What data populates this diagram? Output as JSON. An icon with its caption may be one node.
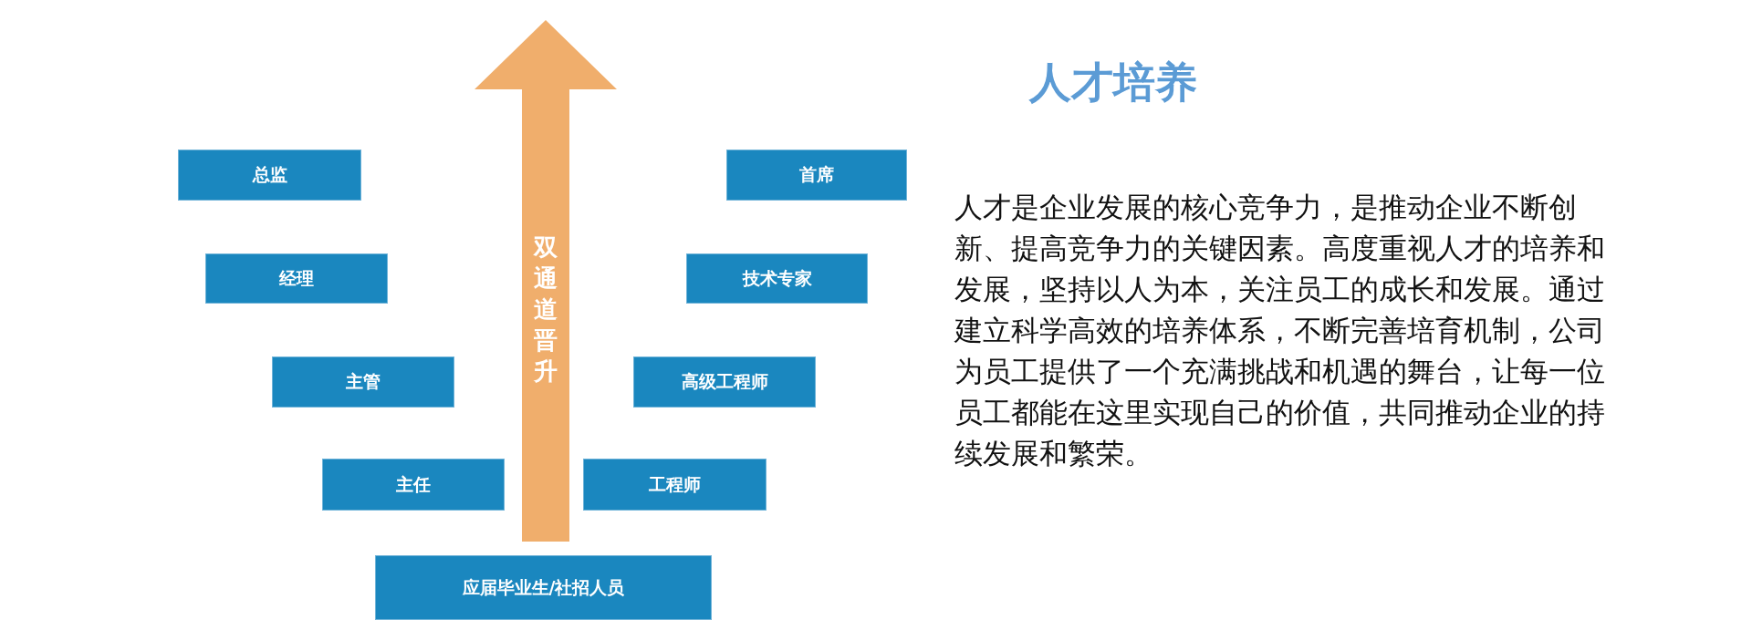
{
  "diagram": {
    "title": "人才培养",
    "nodes": [
      {
        "text": [
          "双通道晋升"
        ]
      },
      {
        "text": [
          "总监"
        ]
      },
      {
        "text": [
          "首席"
        ]
      },
      {
        "text": [
          "经理"
        ]
      },
      {
        "text": [
          "技术专家"
        ]
      },
      {
        "text": [
          "主管"
        ]
      },
      {
        "text": [
          "高级工程师"
        ]
      },
      {
        "text": [
          "主任"
        ]
      },
      {
        "text": [
          "工程师"
        ]
      },
      {
        "text": [
          "应届毕业生/社招人员"
        ]
      }
    ],
    "labels": [
      "人才是企业发展的核心竞争力，是推动企业不断创新、提高竞争力的关键因素。高度重视人才的培养和发展，坚持以人为本，关注员工的成长和发展。通过建立科学高效的培养体系，不断完善培育机制，公司为员工提供了一个充满挑战和机遇的舞台，让每一位员工都能在这里实现自己的价值，共同推动企业的持续发展和繁荣。"
    ]
  }
}
